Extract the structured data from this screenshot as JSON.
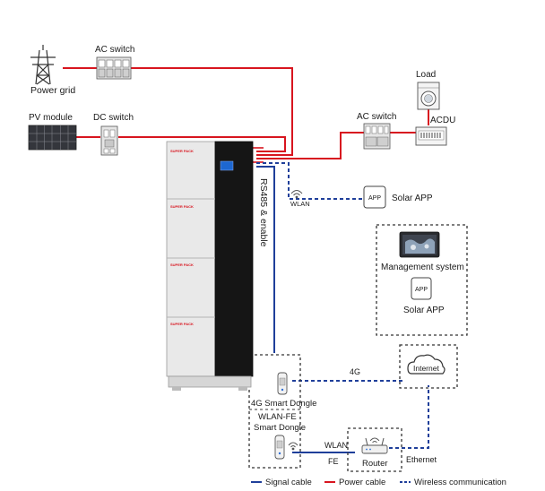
{
  "labels": {
    "power_grid": "Power grid",
    "ac_switch_top": "AC switch",
    "pv_module": "PV module",
    "dc_switch": "DC switch",
    "load": "Load",
    "ac_switch_right": "AC switch",
    "acdu": "ACDU",
    "wlan_top": "WLAN",
    "solar_app_top": "Solar APP",
    "app_icon_text": "APP",
    "rs485": "RS485 & enable",
    "management_system": "Management system",
    "solar_app_box": "Solar APP",
    "app_icon_text_box": "APP",
    "label_4g": "4G",
    "internet": "Internet",
    "dongle_4g_name": "4G Smart Dongle",
    "wlan_fe_line1": "WLAN-FE",
    "wlan_fe_line2": "Smart Dongle",
    "wlan_bottom": "WLAN",
    "fe": "FE",
    "router": "Router",
    "ethernet": "Ethernet",
    "brand": "SUPER PACK"
  },
  "legend": {
    "signal": "Signal cable",
    "power": "Power cable",
    "wireless": "Wireless communication"
  },
  "colors": {
    "power_cable": "#d8151f",
    "signal_cable": "#1f3f9a",
    "wireless": "#1f3f9a",
    "device_gray": "#e6e6e6",
    "brand_red": "#d8151f"
  }
}
